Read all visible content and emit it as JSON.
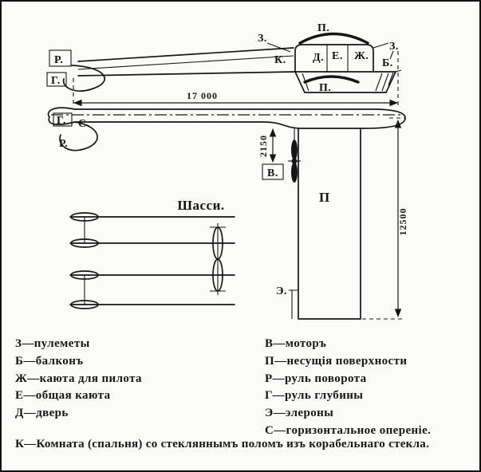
{
  "colors": {
    "ink": "#161616",
    "paper": "#fbfbf7"
  },
  "diagram": {
    "side_view": {
      "p_top": "П.",
      "z_left": "З.",
      "z_right": "З.",
      "k": "К.",
      "d": "Д.",
      "e": "Е.",
      "zh": "Ж.",
      "b": "Б.",
      "p_lower": "П.",
      "r_rudder": "Р.",
      "g_elevator": "Г.",
      "dim_length": "17 000"
    },
    "plan_view": {
      "g_elevator": "Г.",
      "s_tail": "С.",
      "r_rudder": "Р.",
      "v_motor": "В.",
      "p_wing": "П",
      "e_aileron": "Э.",
      "dim_engine": "2150",
      "dim_span": "12500"
    },
    "chassis": {
      "title": "Шасси."
    }
  },
  "legend": {
    "left": [
      "З—пулеметы",
      "Б—балконъ",
      "Ж—каюта для пилота",
      "Е—общая каюта",
      "Д—дверь"
    ],
    "right": [
      "В—моторъ",
      "П—несущія поверхности",
      "Р—руль поворота",
      "Г—руль глубины",
      "Э—элероны",
      "С—горизонтальное опереніе."
    ],
    "footnote": "К—Комната (спальня) со стекляннымъ поломъ изъ корабельнаго стекла."
  }
}
